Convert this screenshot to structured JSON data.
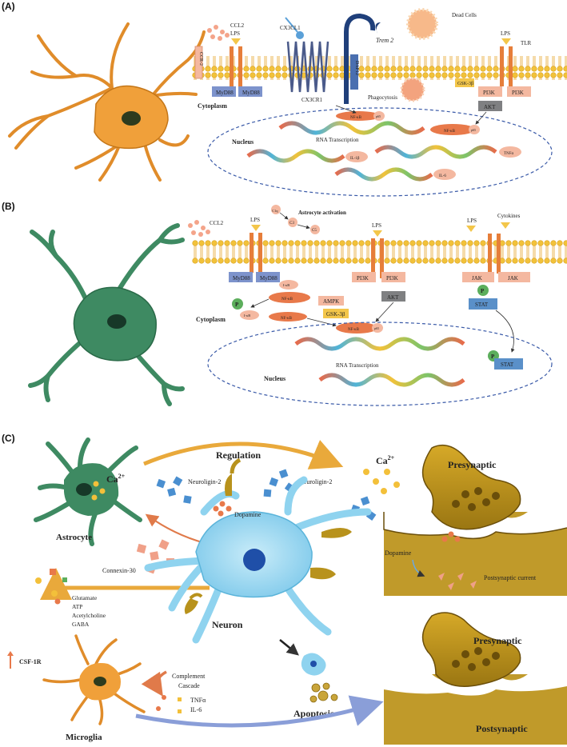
{
  "panels": {
    "a": {
      "label": "(A)",
      "ccl2": "CCL2",
      "ccr2": "CCR-2",
      "lps1": "LPS",
      "myd88_1": "MyD88",
      "myd88_2": "MyD88",
      "cx3cl1": "CX3CL1",
      "cx3cr1": "CX3CR1",
      "dap12": "DAP12",
      "trem2": "Trem 2",
      "dead_cells": "Dead Cells",
      "phagocytosis": "Phagocytosis",
      "gsk3b": "GSK-3β",
      "lps2": "LPS",
      "tlr": "TLR",
      "pi3k1": "PI3K",
      "pi3k2": "PI3K",
      "akt": "AKT",
      "cytoplasm": "Cytoplasm",
      "nucleus": "Nucleus",
      "nfkb1": "NF-κB",
      "p65_1": "p65",
      "nfkb2": "NF-κB",
      "p65_2": "p65",
      "rna": "RNA Transcription",
      "il1b": "IL-1β",
      "tnfa": "TNFα",
      "il6": "IL-6"
    },
    "b": {
      "label": "(B)",
      "ccl2": "CCL2",
      "c1q": "C1q",
      "c3": "C3",
      "c5": "C5",
      "astro_act": "Astrocyte activation",
      "lps1": "LPS",
      "lps2": "LPS",
      "lps3": "LPS",
      "cytokines": "Cytokines",
      "myd88_1": "MyD88",
      "myd88_2": "MyD88",
      "pi3k1": "PI3K",
      "pi3k2": "PI3K",
      "jak1": "JAK",
      "jak2": "JAK",
      "ikb1": "I-κB",
      "ikb2": "I-κB",
      "p": "P",
      "p2": "P",
      "p3": "P",
      "nfkb1": "NF-κB",
      "nfkb2": "NF-κB",
      "nfkb3": "NF-κB",
      "p65": "p65",
      "ampk": "AMPK",
      "akt": "AKT",
      "gsk3b": "GSK-3β",
      "stat1": "STAT",
      "stat2": "STAT",
      "cytoplasm": "Cytoplasm",
      "nucleus": "Nucleus",
      "rna": "RNA Transcription"
    },
    "c": {
      "label": "(C)",
      "regulation": "Regulation",
      "ca_left_base": "Ca",
      "ca_left_sup": "2+",
      "ca_right_base": "Ca",
      "ca_right_sup": "2+",
      "neuroligin1": "Neuroligin-2",
      "neuroligin2": "Neuroligin-2",
      "dopamine1": "Dopamine",
      "astrocyte": "Astrocyte",
      "connexin": "Connexin-30",
      "glutamate": "Glutamate",
      "atp": "ATP",
      "acetylcholine": "Acetylcholine",
      "gaba": "GABA",
      "neuron": "Neuron",
      "csf1r": "CSF-1R",
      "complement1": "Complement",
      "complement2": "Cascade",
      "tnfa": "TNFα",
      "il6": "IL-6",
      "microglia": "Microglia",
      "apoptosis": "Apoptosis",
      "presyn1": "Presynaptic",
      "dopamine2": "Dopamine",
      "postcurrent": "Postsynaptic current",
      "presyn2": "Presynaptic",
      "postsyn": "Postsynaptic"
    }
  },
  "colors": {
    "membrane_head": "#f2c23a",
    "receptor": "#e67e3a",
    "myd88": "#7d93cc",
    "pi3k": "#f4b8a0",
    "akt": "#7f8082",
    "nfkb": "#e8794a",
    "stat": "#5a90c9",
    "jak": "#f4b8a0",
    "ampk": "#f4b8a0",
    "gsk": "#f3c64a",
    "phospho": "#5cae5c",
    "microglia": "#f0a03a",
    "astrocyte": "#3e8a62",
    "neuron": "#8fd3ef",
    "synapse": "#b8921c",
    "neuroligin": "#4a8fd0",
    "connexin": "#f0a088",
    "arrow_orange": "#e9a93b",
    "arrow_blue": "#8a9ed8"
  }
}
